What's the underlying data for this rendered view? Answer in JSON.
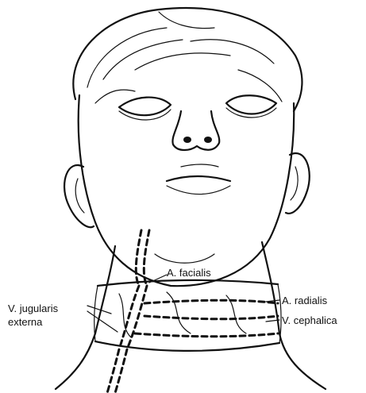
{
  "labels": {
    "a_facialis": "A. facialis",
    "a_radialis": "A. radialis",
    "v_jugularis_line1": "V. jugularis",
    "v_jugularis_line2": "externa",
    "v_cephalica": "V. cephalica"
  }
}
